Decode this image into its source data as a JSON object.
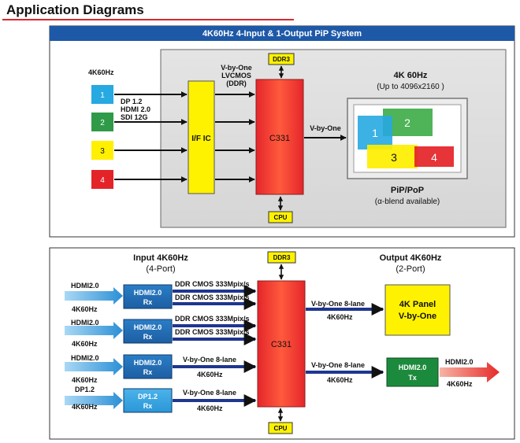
{
  "page": {
    "title": "Application Diagrams"
  },
  "diagram1": {
    "banner": "4K60Hz 4-Input & 1-Output PiP System",
    "input_rate": "4K60Hz",
    "inputs": [
      "1",
      "2",
      "3",
      "4"
    ],
    "input_colors": [
      "#27a9e1",
      "#2f9a48",
      "#ffef00",
      "#e42328"
    ],
    "interfaces": [
      "DP 1.2",
      "HDMI 2.0",
      "SDI 12G"
    ],
    "if_ic": "I/F IC",
    "link_label": [
      "V-by-One",
      "LVCMOS",
      "(DDR)"
    ],
    "chip": "C331",
    "ddr": "DDR3",
    "cpu": "CPU",
    "out_link": "V-by-One",
    "display_title": "4K 60Hz",
    "display_subtitle": "(Up to 4096x2160 )",
    "windows": [
      "1",
      "2",
      "3",
      "4"
    ],
    "caption": "PiP/PoP",
    "caption_sub": "(α-blend available)"
  },
  "diagram2": {
    "input_heading": [
      "Input 4K60Hz",
      "(4-Port)"
    ],
    "output_heading": [
      "Output 4K60Hz",
      "(2-Port)"
    ],
    "ddr": "DDR3",
    "cpu": "CPU",
    "chip": "C331",
    "inputs": [
      {
        "port": "HDMI2.0",
        "rate": "4K60Hz",
        "rx": [
          "HDMI2.0",
          "Rx"
        ],
        "links": [
          "DDR CMOS 333Mpix/s",
          "DDR CMOS 333Mpix/s"
        ]
      },
      {
        "port": "HDMI2.0",
        "rate": "4K60Hz",
        "rx": [
          "HDMI2.0",
          "Rx"
        ],
        "links": [
          "DDR CMOS 333Mpix/s",
          "DDR CMOS 333Mpix/s"
        ]
      },
      {
        "port": "HDMI2.0",
        "rate": "4K60Hz",
        "rx": [
          "HDMI2.0",
          "Rx"
        ],
        "links": [
          "V-by-One 8-lane",
          "4K60Hz"
        ]
      },
      {
        "port": "DP1.2",
        "rate": "4K60Hz",
        "rx": [
          "DP1.2",
          "Rx"
        ],
        "links": [
          "V-by-One 8-lane",
          "4K60Hz"
        ]
      }
    ],
    "outputs": [
      {
        "link": [
          "V-by-One 8-lane",
          "4K60Hz"
        ],
        "device": [
          "4K Panel",
          "V-by-One"
        ]
      },
      {
        "link": [
          "V-by-One 8-lane",
          "4K60Hz"
        ],
        "device": [
          "HDMI2.0",
          "Tx"
        ],
        "port": "HDMI2.0",
        "rate": "4K60Hz"
      }
    ]
  }
}
